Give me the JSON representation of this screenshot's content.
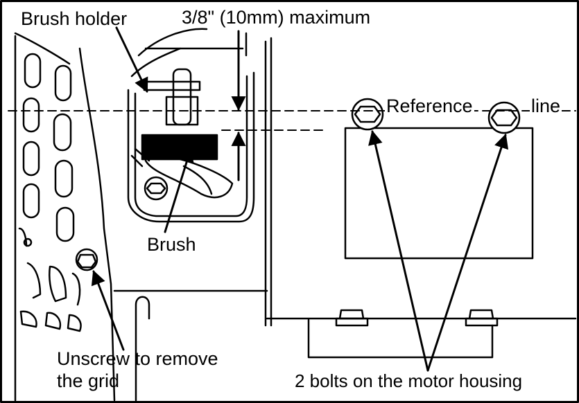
{
  "labels": {
    "brush_holder": "Brush holder",
    "max_gap": "3/8\" (10mm) maximum",
    "reference_word": "Reference",
    "line_word": "line",
    "brush": "Brush",
    "unscrew_line1": "Unscrew to remove",
    "unscrew_line2": "the grid",
    "bolts": "2 bolts on the motor housing"
  },
  "colors": {
    "ink": "#000000",
    "paper": "#ffffff"
  }
}
